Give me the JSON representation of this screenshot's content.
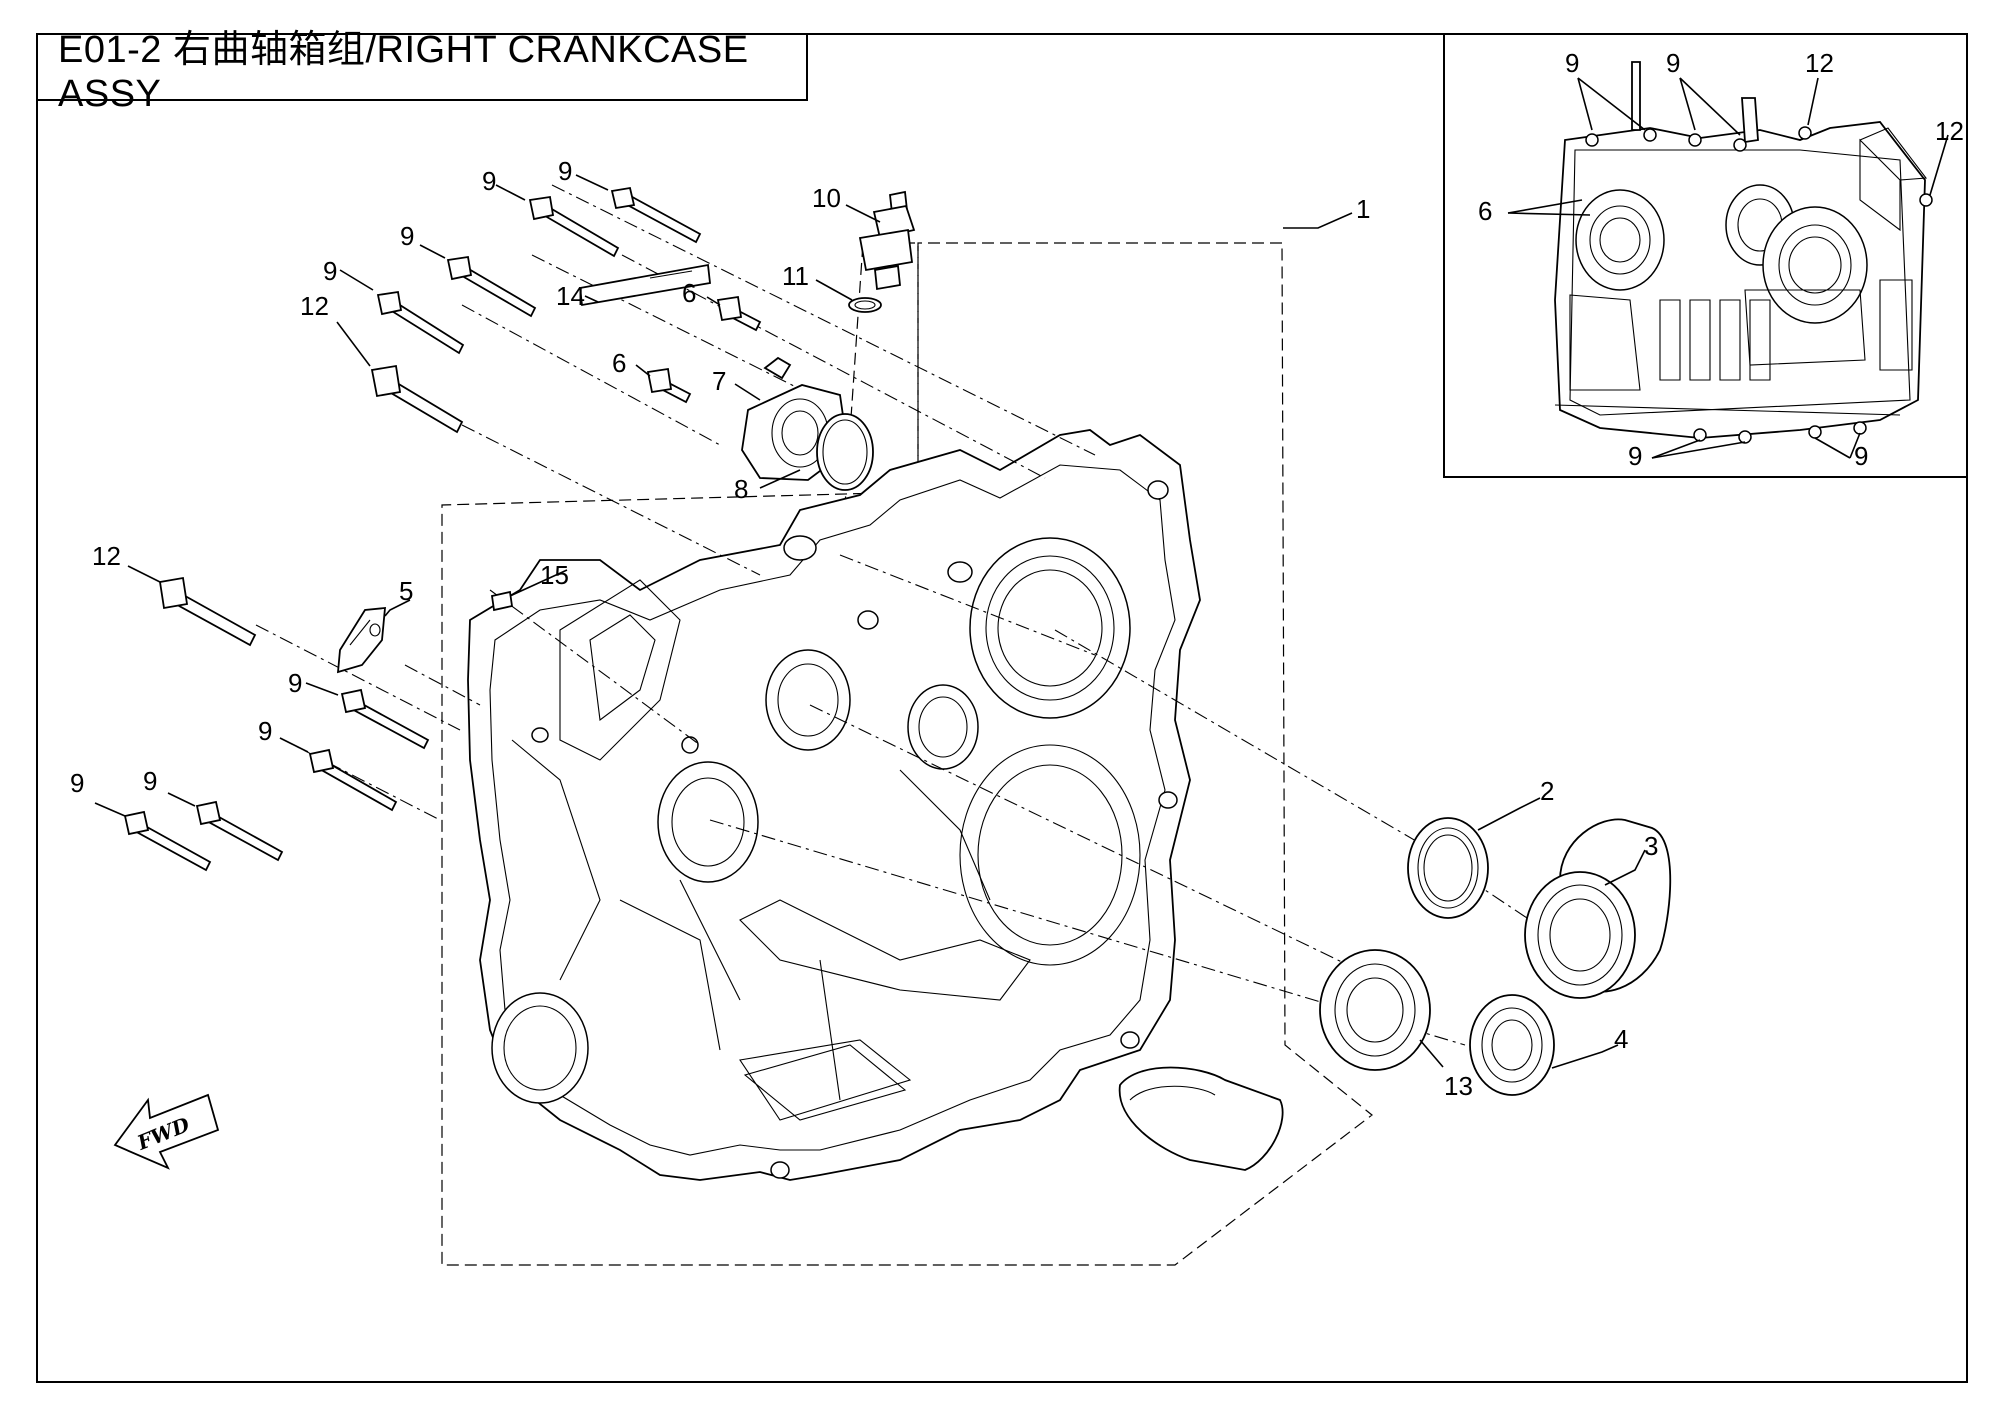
{
  "title": "E01-2 右曲轴箱组/RIGHT CRANKCASE ASSY",
  "direction_marker": "FWD",
  "callouts": {
    "c1": "1",
    "c2": "2",
    "c3": "3",
    "c4": "4",
    "c5": "5",
    "c6a": "6",
    "c6b": "6",
    "c7": "7",
    "c8": "8",
    "c9a": "9",
    "c9b": "9",
    "c9c": "9",
    "c9d": "9",
    "c9e": "9",
    "c9f": "9",
    "c9g": "9",
    "c9h": "9",
    "c10": "10",
    "c11": "11",
    "c12a": "12",
    "c12b": "12",
    "c13": "13",
    "c14": "14",
    "c15": "15"
  },
  "inset_callouts": {
    "i9a": "9",
    "i9b": "9",
    "i12a": "12",
    "i12b": "12",
    "i6": "6",
    "i9c": "9",
    "i9d": "9"
  }
}
